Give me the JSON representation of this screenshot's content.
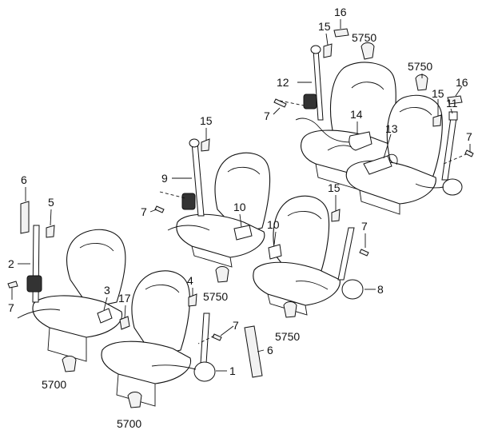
{
  "diagram": {
    "labels": {
      "c16_top": "16",
      "c15_top": "15",
      "c5750_top": "5750",
      "c12": "12",
      "c5750_right": "5750",
      "c16_right": "16",
      "c15_right": "15",
      "c11": "11",
      "c7_a": "7",
      "c14": "14",
      "c13": "13",
      "c7_right": "7",
      "c15_mid": "15",
      "c9": "9",
      "c7_b": "7",
      "c10_mid": "10",
      "c6_left": "6",
      "c5": "5",
      "c15_mr": "15",
      "c10_mr": "10",
      "c7_mr": "7",
      "c2": "2",
      "c4": "4",
      "c3": "3",
      "c17": "17",
      "c5750_mid": "5750",
      "c8": "8",
      "c7_left": "7",
      "c7_front": "7",
      "c5750_mr": "5750",
      "c6_front": "6",
      "c1": "1",
      "c5700_left": "5700",
      "c5700_bottom": "5700"
    }
  }
}
